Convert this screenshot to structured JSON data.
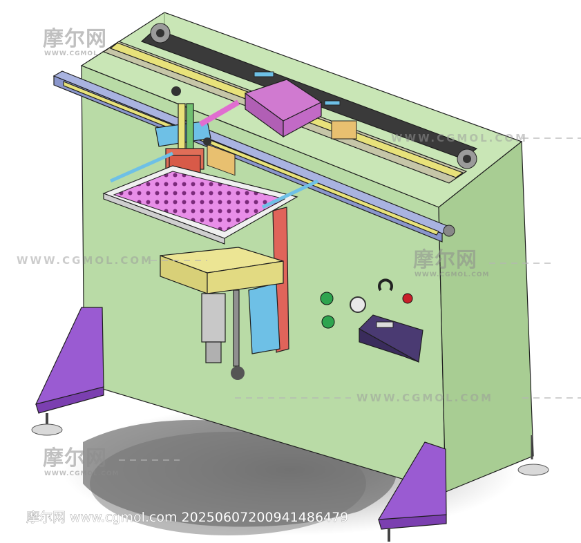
{
  "watermark": {
    "logo_text": "摩尔网",
    "logo_subtext": "WWW.CGMOL.COM",
    "url_text": "WWW.CGMOL.COM"
  },
  "footer": {
    "text": "摩尔网 www.cgmol.com 20250607200941486479"
  },
  "colors": {
    "cabinet": "#b9dba6",
    "legs": "#9a5bd2",
    "gantry": "#a9b3e0",
    "rail_yellow": "#e8e27a",
    "carriage": "#d07ad0",
    "platen": "#e68ee6",
    "bracket": "#e8dc78",
    "support": "#e0645a",
    "cylinder": "#c8c8c8"
  },
  "icons": [
    "green-button-icon",
    "gray-knob-icon",
    "red-indicator-icon",
    "control-display-icon",
    "leveling-foot-icon"
  ]
}
